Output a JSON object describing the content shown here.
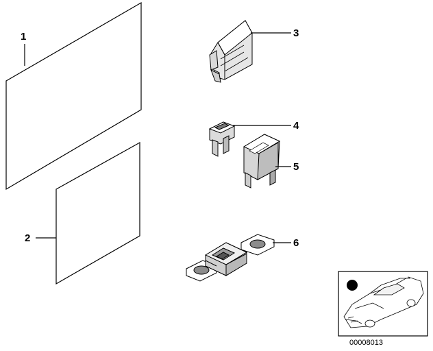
{
  "diagram": {
    "callouts": [
      {
        "id": "1",
        "label": "1"
      },
      {
        "id": "2",
        "label": "2"
      },
      {
        "id": "3",
        "label": "3"
      },
      {
        "id": "4",
        "label": "4"
      },
      {
        "id": "5",
        "label": "5"
      },
      {
        "id": "6",
        "label": "6"
      }
    ],
    "parts": [
      {
        "callout": "1",
        "icon": "large-card-sheet-icon"
      },
      {
        "callout": "2",
        "icon": "small-card-sheet-icon"
      },
      {
        "callout": "3",
        "icon": "fuse-puller-clip-icon"
      },
      {
        "callout": "4",
        "icon": "mini-blade-fuse-icon"
      },
      {
        "callout": "5",
        "icon": "maxi-blade-fuse-icon"
      },
      {
        "callout": "6",
        "icon": "bolt-down-strip-fuse-icon"
      }
    ],
    "reference": {
      "code": "00008013",
      "icon": "car-location-thumbnail-icon",
      "marker_color": "#000000"
    }
  }
}
